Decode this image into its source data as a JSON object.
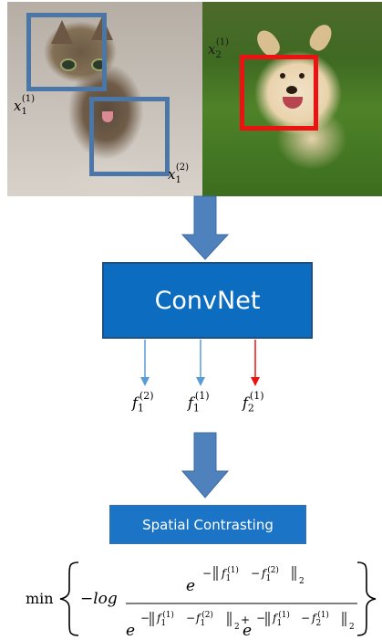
{
  "images": {
    "cat": {
      "subject": "cat"
    },
    "dog": {
      "subject": "dog"
    }
  },
  "patches": [
    {
      "id": "x1_1",
      "base": "x",
      "sub": "1",
      "sup": "(1)",
      "image": "cat",
      "box_color": "#4a77a8"
    },
    {
      "id": "x1_2",
      "base": "x",
      "sub": "1",
      "sup": "(2)",
      "image": "cat",
      "box_color": "#4a77a8"
    },
    {
      "id": "x2_1",
      "base": "x",
      "sub": "2",
      "sup": "(1)",
      "image": "dog",
      "box_color": "#ee1111"
    }
  ],
  "network": {
    "label": "ConvNet"
  },
  "features": [
    {
      "id": "f1_2",
      "base": "f",
      "sub": "1",
      "sup": "(2)",
      "arrow_color": "#5b9bd5"
    },
    {
      "id": "f1_1",
      "base": "f",
      "sub": "1",
      "sup": "(1)",
      "arrow_color": "#5b9bd5"
    },
    {
      "id": "f2_1",
      "base": "f",
      "sub": "2",
      "sup": "(1)",
      "arrow_color": "#ee1111"
    }
  ],
  "module": {
    "label": "Spatial Contrasting"
  },
  "formula": {
    "min": "min",
    "neg_log": "−log",
    "e": "e",
    "minus": "−",
    "plus": "+",
    "norm_sub": "2",
    "f1_1": "f",
    "sub1": "1",
    "sub2": "2",
    "sup1": "(1)",
    "sup2": "(2)"
  },
  "colors": {
    "big_arrow": "#4f81bd",
    "convnet_fill": "#0b6cc0",
    "module_fill": "#1b74c5",
    "positive_box": "#4a77a8",
    "negative_box": "#ee1111"
  }
}
